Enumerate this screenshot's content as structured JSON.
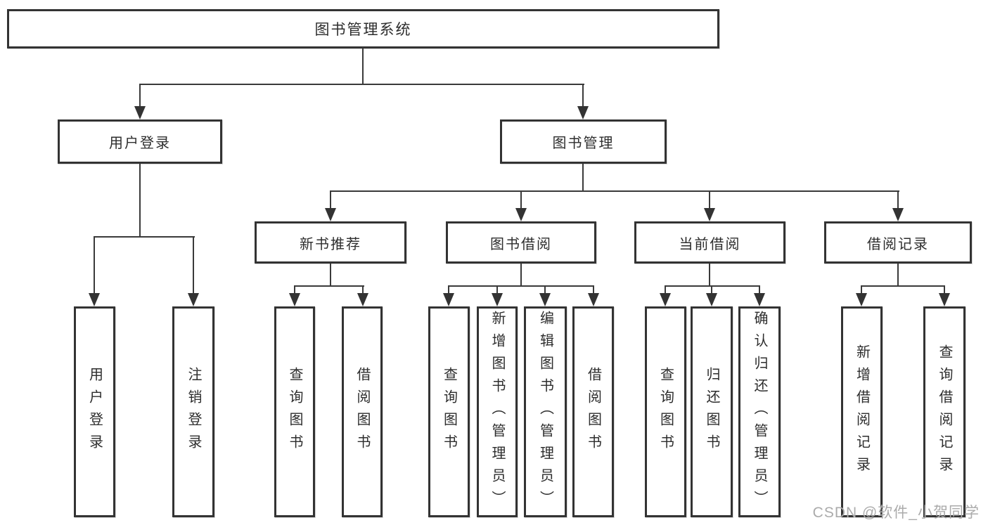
{
  "diagram": {
    "tree": {
      "label": "图书管理系统",
      "children": [
        {
          "label": "用户登录",
          "children": [
            {
              "label": "用户登录"
            },
            {
              "label": "注销登录"
            }
          ]
        },
        {
          "label": "图书管理",
          "children": [
            {
              "label": "新书推荐",
              "children": [
                {
                  "label": "查询图书"
                },
                {
                  "label": "借阅图书"
                }
              ]
            },
            {
              "label": "图书借阅",
              "children": [
                {
                  "label": "查询图书"
                },
                {
                  "label": "新增图书（管理员）"
                },
                {
                  "label": "编辑图书（管理员）"
                },
                {
                  "label": "借阅图书"
                }
              ]
            },
            {
              "label": "当前借阅",
              "children": [
                {
                  "label": "查询图书"
                },
                {
                  "label": "归还图书"
                },
                {
                  "label": "确认归还（管理员）"
                }
              ]
            },
            {
              "label": "借阅记录",
              "children": [
                {
                  "label": "新增借阅记录"
                },
                {
                  "label": "查询借阅记录"
                }
              ]
            }
          ]
        }
      ]
    },
    "colors": {
      "line": "#333333",
      "background": "#ffffff",
      "text": "#2d2d2d",
      "watermark": "#ababab"
    }
  },
  "watermark": {
    "text": "CSDN @软件_小贺同学"
  }
}
